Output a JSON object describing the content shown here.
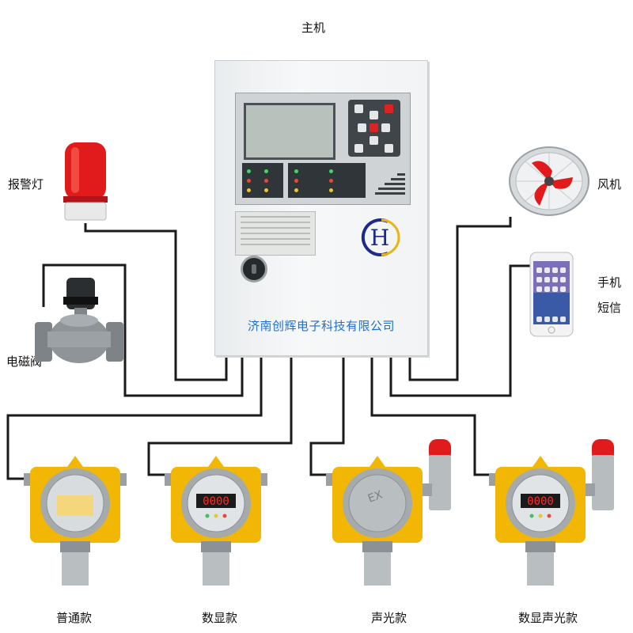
{
  "labels": {
    "host": "主机",
    "alarm_lamp": "报警灯",
    "solenoid_valve": "电磁阀",
    "fan": "风机",
    "phone_line1": "手机",
    "phone_line2": "短信",
    "detector_standard": "普通款",
    "detector_digital": "数显款",
    "detector_sound_light": "声光款",
    "detector_digital_sound_light": "数显声光款"
  },
  "controller": {
    "company_name": "济南创辉电子科技有限公司",
    "logo_text": "H"
  },
  "detectors": {
    "digital_display": "0000",
    "digital_display_2": "0000"
  },
  "colors": {
    "detector_yellow": "#f2b705",
    "wire": "#1a1a1a",
    "company_text": "#1f6fd1",
    "alarm_red": "#e11b1b",
    "logo_blue": "#1c2a8c"
  }
}
